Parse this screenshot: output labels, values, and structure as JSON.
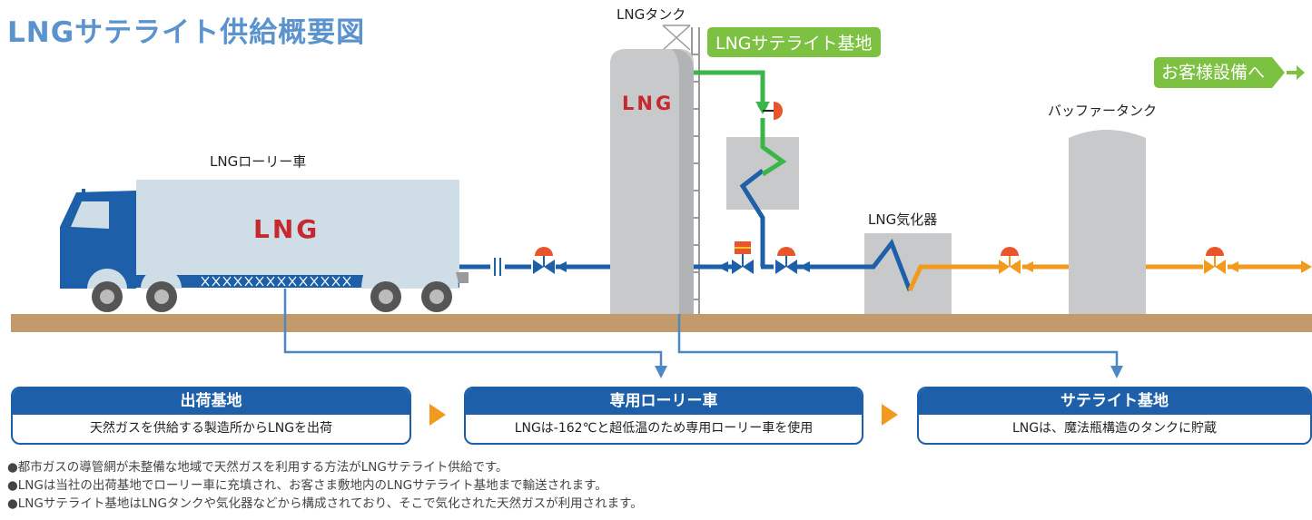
{
  "title": "LNGサテライト供給概要図",
  "labels": {
    "tank": "LNGタンク",
    "satellite_base": "LNGサテライト基地",
    "customer": "お客様設備へ",
    "buffer_tank": "バッファータンク",
    "lorry": "LNGローリー車",
    "vaporizer": "LNG気化器",
    "lng_mark_tank": "LNG",
    "lng_mark_truck": "LNG"
  },
  "stages": [
    {
      "head": "出荷基地",
      "body": "天然ガスを供給する製造所からLNGを出荷"
    },
    {
      "head": "専用ローリー車",
      "body": "LNGは-162℃と超低温のため専用ローリー車を使用"
    },
    {
      "head": "サテライト基地",
      "body": "LNGは、魔法瓶構造のタンクに貯蔵"
    }
  ],
  "notes": [
    "●都市ガスの導管網が未整備な地域で天然ガスを利用する方法がLNGサテライト供給です。",
    "●LNGは当社の出荷基地でローリー車に充填され、お客さま敷地内のLNGサテライト基地まで輸送されます。",
    "●LNGサテライト基地はLNGタンクや気化器などから構成されており、そこで気化された天然ガスが利用されます。"
  ],
  "colors": {
    "title": "#5b93cf",
    "lng_line": "#1d5fa8",
    "gas_line": "#f39a1e",
    "vapor_line": "#3bb54a",
    "badge": "#7cc142",
    "ground": "#c39a6b",
    "lng_text": "#c5282f"
  }
}
